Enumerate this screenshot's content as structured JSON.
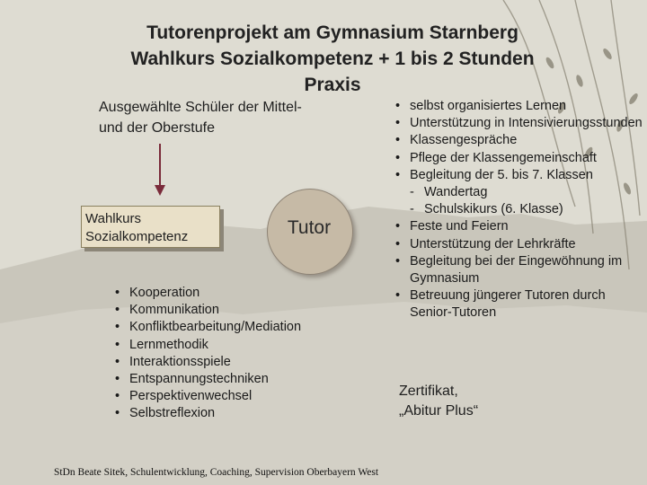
{
  "title": {
    "text": "Tutorenprojekt am Gymnasium Starnberg\nWahlkurs Sozialkompetenz + 1 bis 2 Stunden\nPraxis"
  },
  "selected_students": "Ausgewählte Schüler der Mittel- und der Oberstufe",
  "box_label": "Wahlkurs Sozialkompetenz",
  "circle_label": "Tutor",
  "left_list": [
    "Kooperation",
    "Kommunikation",
    "Konfliktbearbeitung/Mediation",
    "Lernmethodik",
    "Interaktionsspiele",
    "Entspannungstechniken",
    "Perspektivenwechsel",
    "Selbstreflexion"
  ],
  "right_list": [
    {
      "bullet": "•",
      "text": "selbst organisiertes Lernen"
    },
    {
      "bullet": "•",
      "text": "Unterstützung in Intensivierungsstunden"
    },
    {
      "bullet": "•",
      "text": "Klassengespräche"
    },
    {
      "bullet": "•",
      "text": "Pflege der Klassengemeinschaft"
    },
    {
      "bullet": "•",
      "text": "Begleitung der 5. bis 7. Klassen"
    },
    {
      "bullet": "-",
      "text": "Wandertag"
    },
    {
      "bullet": "-",
      "text": "Schulskikurs (6. Klasse)"
    },
    {
      "bullet": "•",
      "text": "Feste und Feiern"
    },
    {
      "bullet": "•",
      "text": "Unterstützung der Lehrkräfte"
    },
    {
      "bullet": "•",
      "text": "Begleitung bei der Eingewöhnung im Gymnasium"
    },
    {
      "bullet": "•",
      "text": "Betreuung jüngerer Tutoren durch Senior-Tutoren"
    }
  ],
  "certificate": {
    "line1": "Zertifikat,",
    "line2": "„Abitur Plus“"
  },
  "footer": "StDn Beate Sitek, Schulentwicklung, Coaching, Supervision Oberbayern West",
  "colors": {
    "background": "#dedcd2",
    "box_fill": "#e9e0c8",
    "circle_fill": "#c6baa6",
    "arrow": "#7a2b3a"
  }
}
